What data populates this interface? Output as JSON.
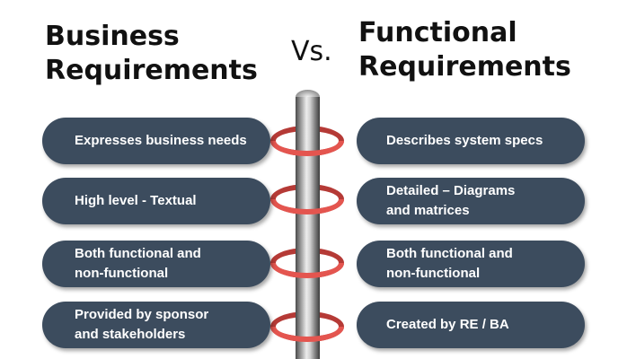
{
  "left_heading": {
    "line1": "Business",
    "line2": "Requirements"
  },
  "vs_label": "Vs.",
  "right_heading": {
    "line1": "Functional",
    "line2": "Requirements"
  },
  "rows": [
    {
      "left": "Expresses business needs",
      "right": "Describes system specs"
    },
    {
      "left": "High level - Textual",
      "right": "Detailed – Diagrams\nand matrices"
    },
    {
      "left": "Both functional and\nnon-functional",
      "right": "Both functional and\nnon-functional"
    },
    {
      "left": "Provided by sponsor\nand stakeholders",
      "right": "Created by RE / BA"
    }
  ],
  "colors": {
    "pill": "#3c4c5e",
    "ring": "#e4554f",
    "pole": "#9a9a9a"
  }
}
